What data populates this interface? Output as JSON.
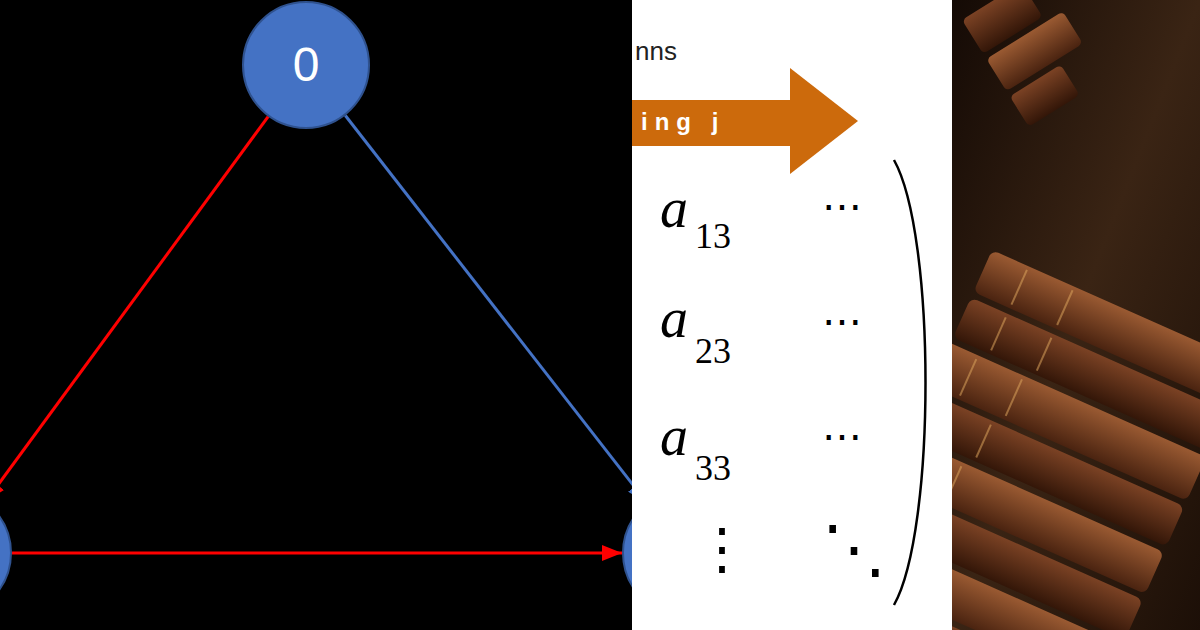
{
  "diagram": {
    "nodes": [
      {
        "text": [
          "0"
        ]
      },
      {
        "text": []
      },
      {
        "text": []
      }
    ],
    "edges": [
      {
        "from": 0,
        "to": 1,
        "arrow": "to"
      },
      {
        "from": 0,
        "to": 2,
        "arrow": "to"
      },
      {
        "from": 1,
        "to": 2,
        "arrow": "to"
      }
    ],
    "labels": [
      "nns",
      "ing j",
      "a",
      "13",
      "⋯",
      "a",
      "23",
      "⋯",
      "a",
      "33",
      "⋯",
      "⋮",
      "⋱"
    ]
  }
}
